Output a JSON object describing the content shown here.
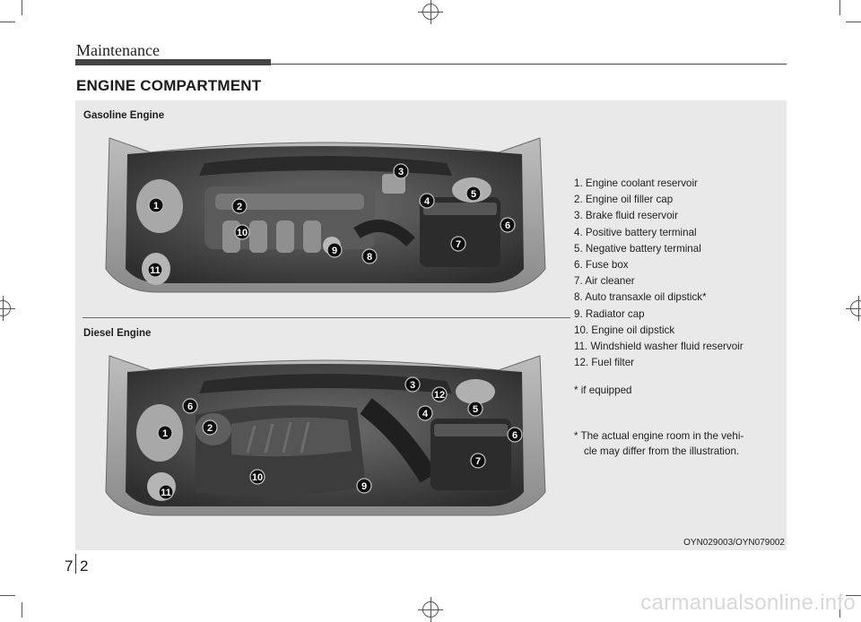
{
  "header": {
    "section": "Maintenance",
    "title": "ENGINE COMPARTMENT"
  },
  "figures": {
    "gasoline_label": "Gasoline Engine",
    "diesel_label": "Diesel Engine",
    "gasoline_callouts": [
      "1",
      "2",
      "3",
      "4",
      "5",
      "6",
      "7",
      "8",
      "9",
      "10",
      "11"
    ],
    "diesel_callouts": [
      "1",
      "2",
      "3",
      "4",
      "5",
      "6",
      "6",
      "7",
      "9",
      "10",
      "11",
      "12"
    ],
    "image_code": "OYN029003/OYN079002"
  },
  "legend": [
    "1. Engine coolant reservoir",
    "2. Engine oil filler cap",
    "3. Brake fluid reservoir",
    "4. Positive battery terminal",
    "5. Negative battery terminal",
    "6. Fuse box",
    "7. Air cleaner",
    "8. Auto transaxle oil dipstick*",
    "9. Radiator cap",
    "10. Engine oil dipstick",
    "11. Windshield washer fluid reservoir",
    "12. Fuel filter"
  ],
  "notes": {
    "if_equipped": "* if equipped",
    "actual_line1": "* The actual engine room in the vehi-",
    "actual_line2": "cle may differ from the illustration."
  },
  "footer": {
    "chapter": "7",
    "page": "2"
  },
  "watermark": "carmanualsonline.info"
}
